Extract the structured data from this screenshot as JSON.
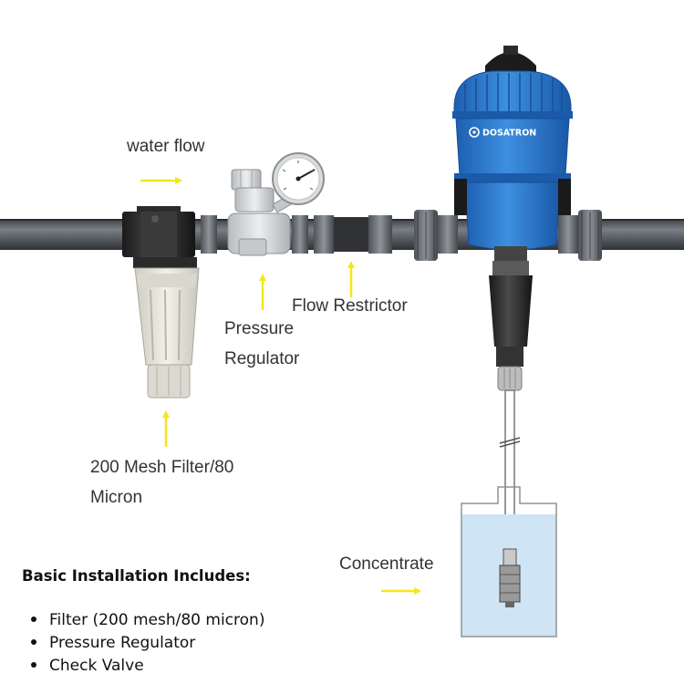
{
  "labels": {
    "water_flow": "water flow",
    "pressure_regulator_line1": "Pressure",
    "pressure_regulator_line2": "Regulator",
    "flow_restrictor": "Flow Restrictor",
    "filter_line1": "200 Mesh Filter/80",
    "filter_line2": "Micron",
    "concentrate": "Concentrate"
  },
  "brand": "DOSATRON",
  "installation": {
    "heading": "Basic Installation Includes:",
    "items": [
      "Filter (200 mesh/80 micron)",
      "Pressure Regulator",
      "Check Valve"
    ]
  },
  "colors": {
    "pipe": "#5a5e63",
    "dosatron_blue": "#2f7bd0",
    "arrow_yellow": "#f5e61a",
    "liquid": "#cfe4f5",
    "filter_bowl": "#e6e4da"
  }
}
